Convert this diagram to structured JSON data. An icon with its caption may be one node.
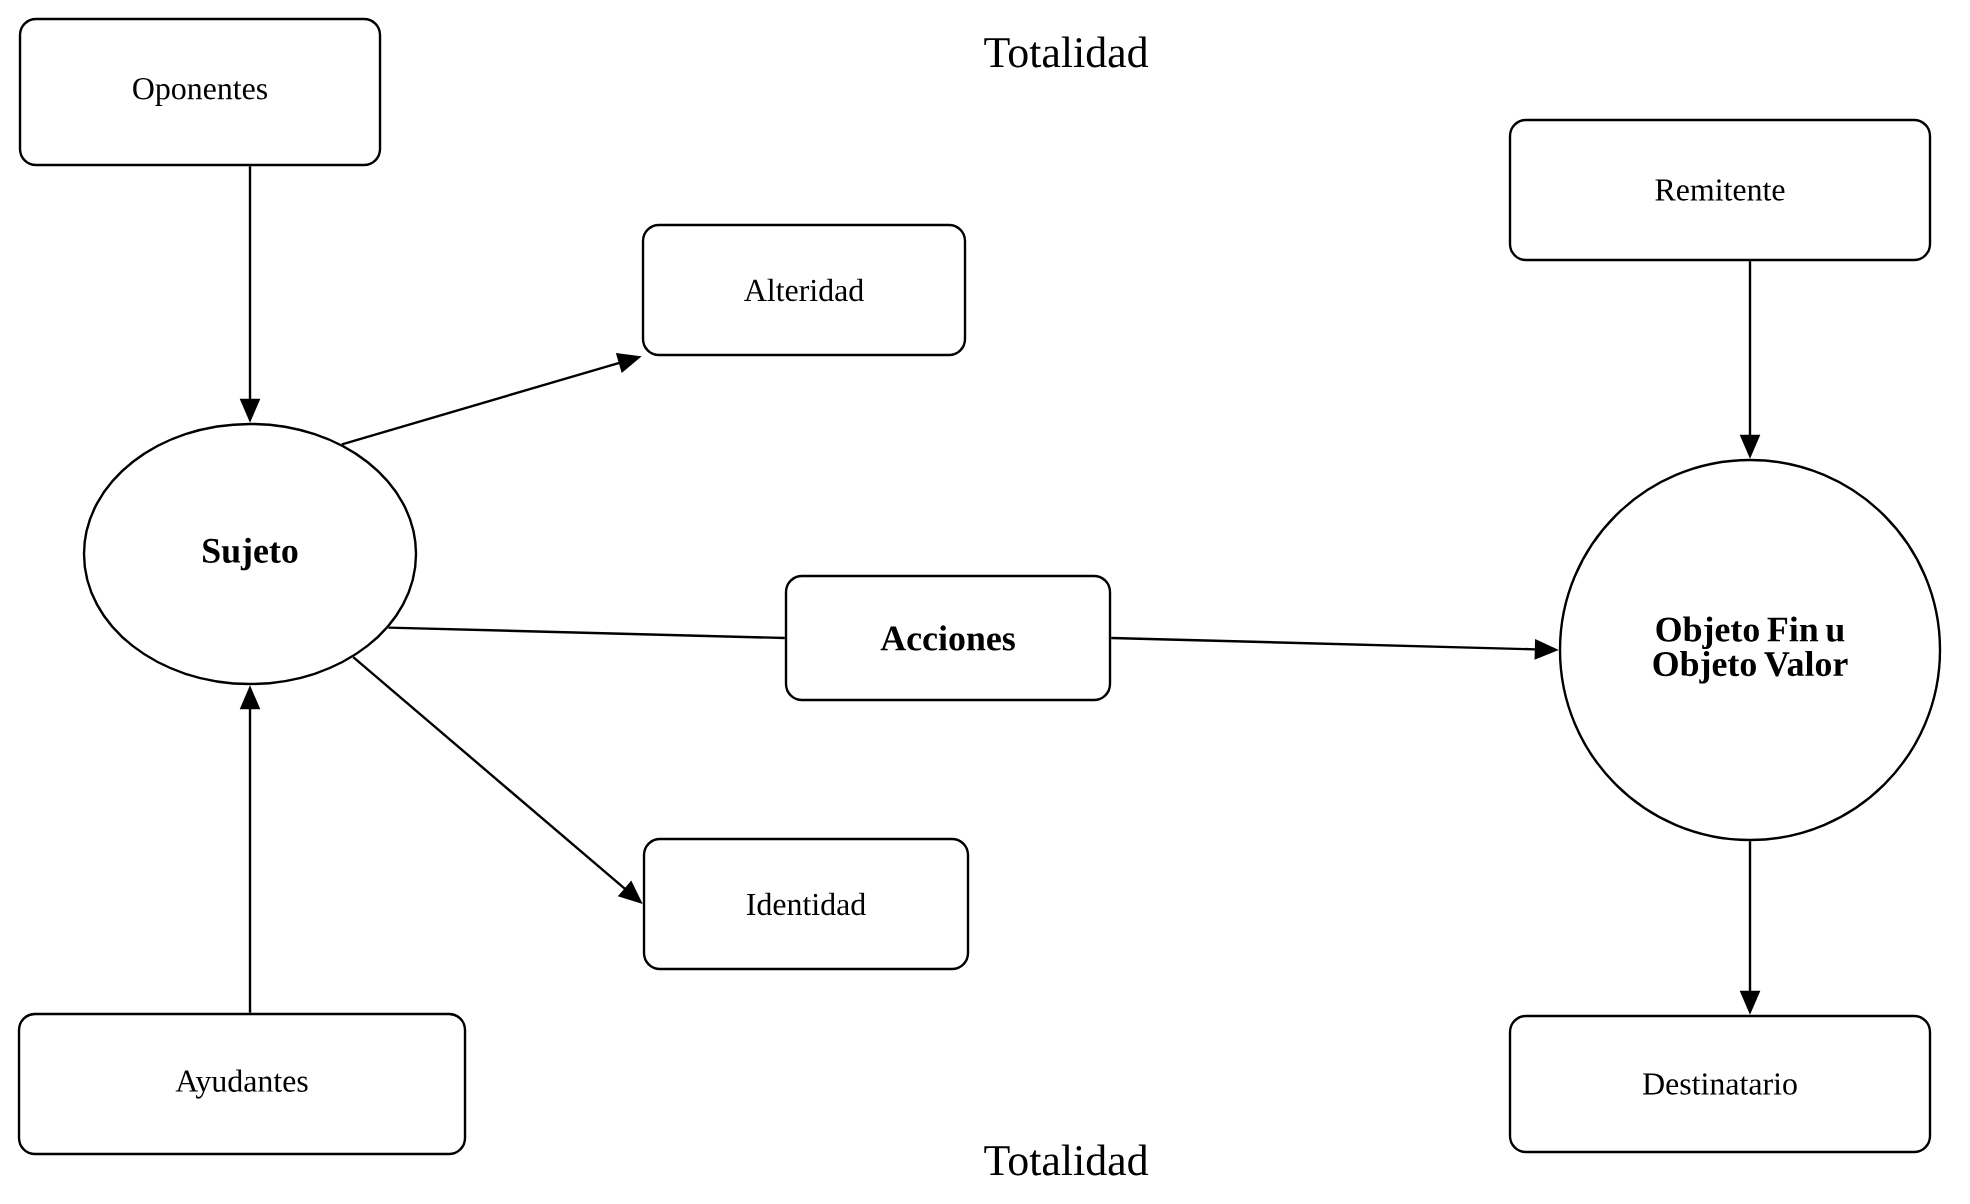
{
  "diagram": {
    "nodes": [
      {
        "text": [
          "Oponentes"
        ]
      },
      {
        "text": [
          "Alteridad"
        ]
      },
      {
        "text": [
          "Sujeto"
        ]
      },
      {
        "text": [
          "Acciones"
        ]
      },
      {
        "text": [
          "Remitente"
        ]
      },
      {
        "text": [
          "Objeto Fin u Objeto Valor"
        ]
      },
      {
        "text": [
          "Identidad"
        ]
      },
      {
        "text": [
          "Ayudantes"
        ]
      },
      {
        "text": [
          "Destinatario"
        ]
      }
    ],
    "edges": [
      {
        "from": 0,
        "to": 2,
        "arrow": "to"
      },
      {
        "from": 2,
        "to": 1,
        "arrow": "to"
      },
      {
        "from": 2,
        "to": 3,
        "arrow": "none"
      },
      {
        "from": 3,
        "to": 5,
        "arrow": "to"
      },
      {
        "from": 2,
        "to": 6,
        "arrow": "to"
      },
      {
        "from": 7,
        "to": 2,
        "arrow": "to"
      },
      {
        "from": 4,
        "to": 5,
        "arrow": "to"
      },
      {
        "from": 5,
        "to": 8,
        "arrow": "to"
      }
    ],
    "labels": [
      "Totalidad",
      "Totalidad"
    ]
  }
}
